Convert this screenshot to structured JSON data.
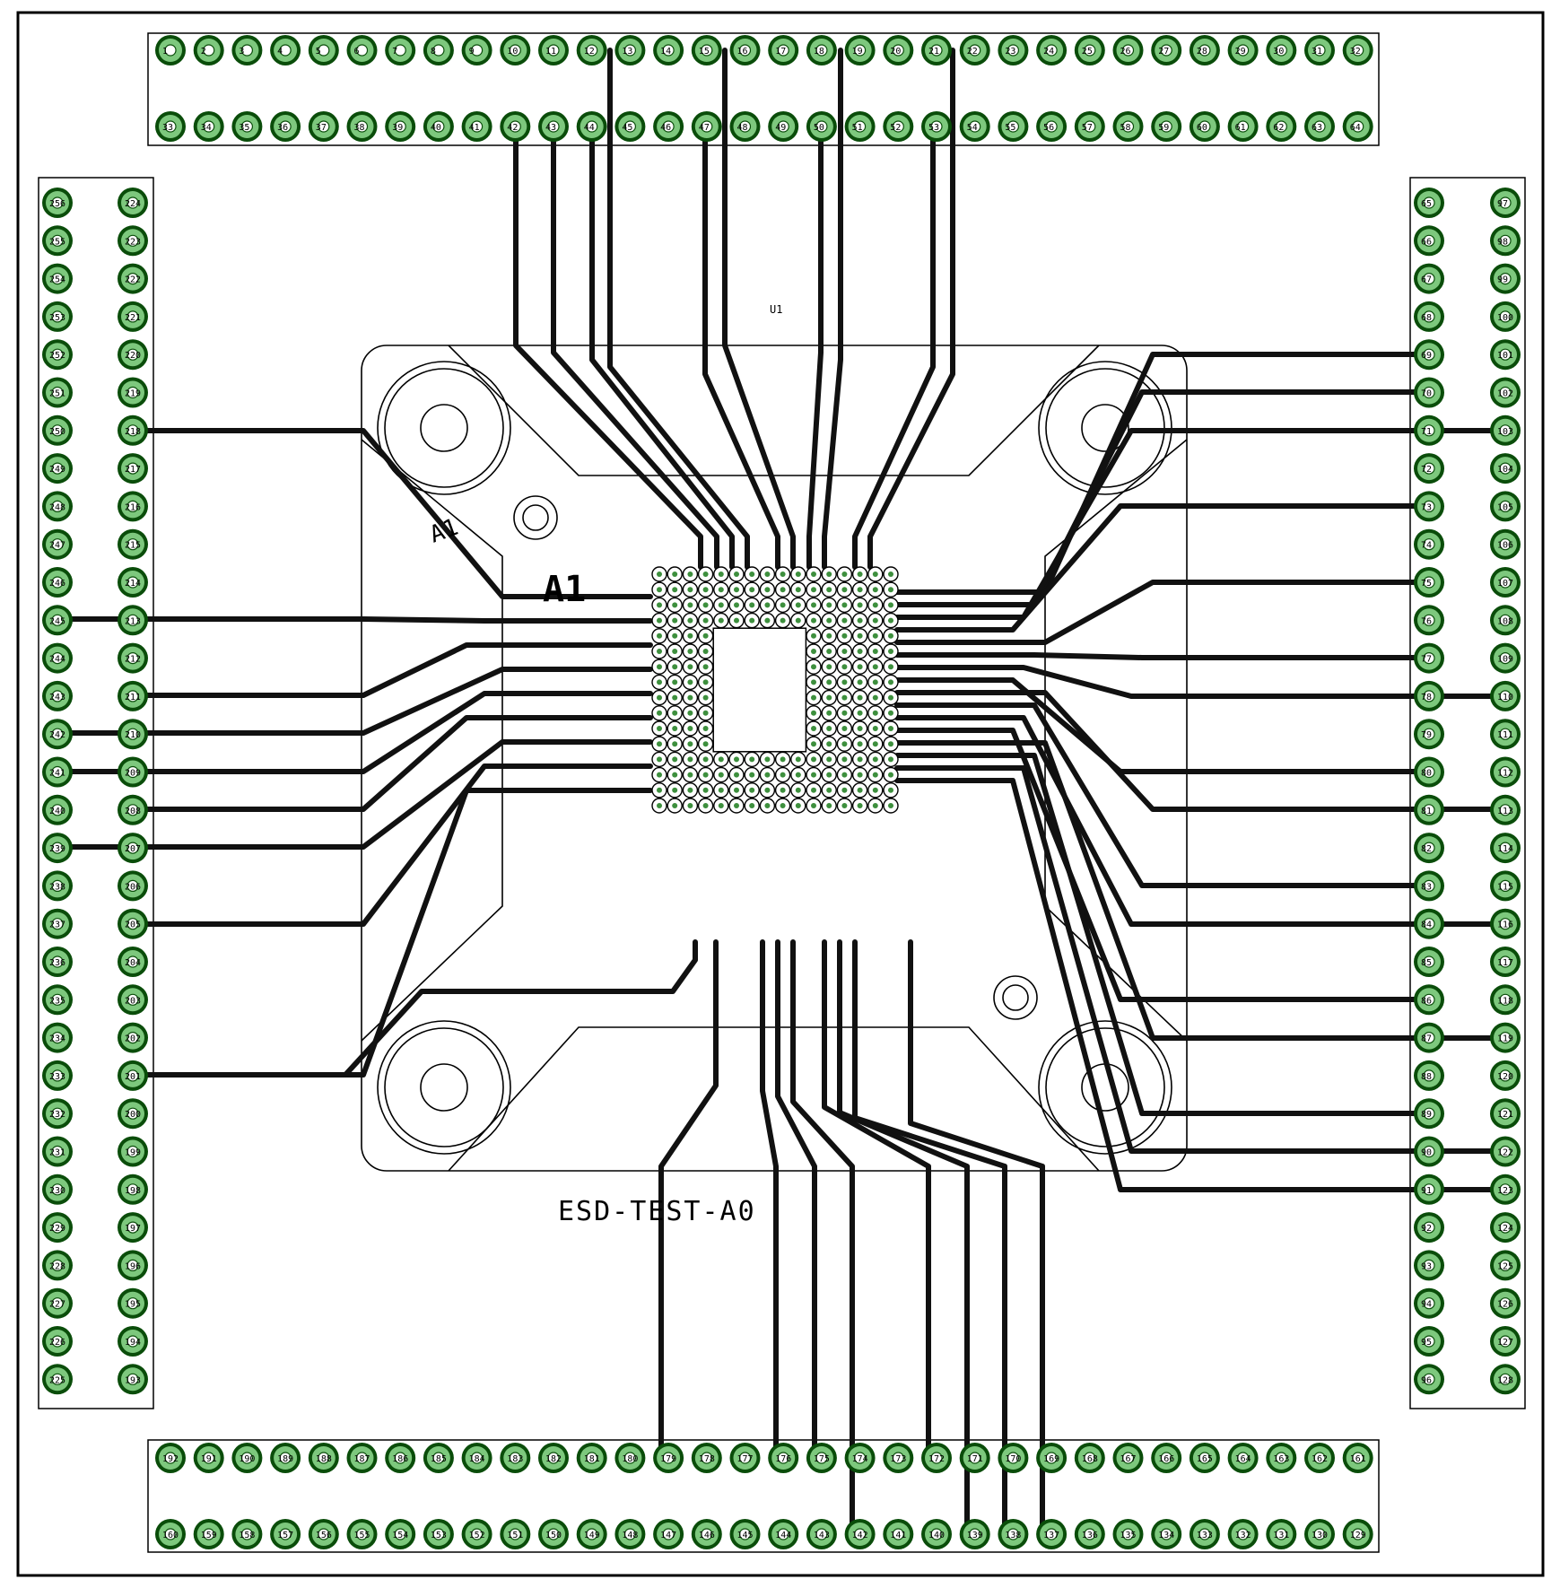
{
  "board": {
    "title": "ESD-TEST-A0",
    "pin1_label": "A1",
    "pin1_label_small": "A1",
    "designator": "U1",
    "colors": {
      "background": "#ffffff",
      "outline": "#000000",
      "pad_fill": "#7dc87d",
      "pad_ring": "#0a4d0a",
      "trace": "#111111"
    }
  },
  "headers": {
    "top": {
      "name": "top-header",
      "rows": 2,
      "pins_per_row": 32,
      "row1_start": 1,
      "row2_start": 33
    },
    "right": {
      "name": "right-header",
      "rows": 2,
      "pins_per_row": 32
    },
    "bottom": {
      "name": "bottom-header",
      "rows": 2,
      "pins_per_row": 32
    },
    "left": {
      "name": "left-header",
      "rows": 2,
      "pins_per_row": 32
    }
  },
  "socket": {
    "name": "bga-socket",
    "grid": "16x16 perimeter BGA with center cavity"
  }
}
